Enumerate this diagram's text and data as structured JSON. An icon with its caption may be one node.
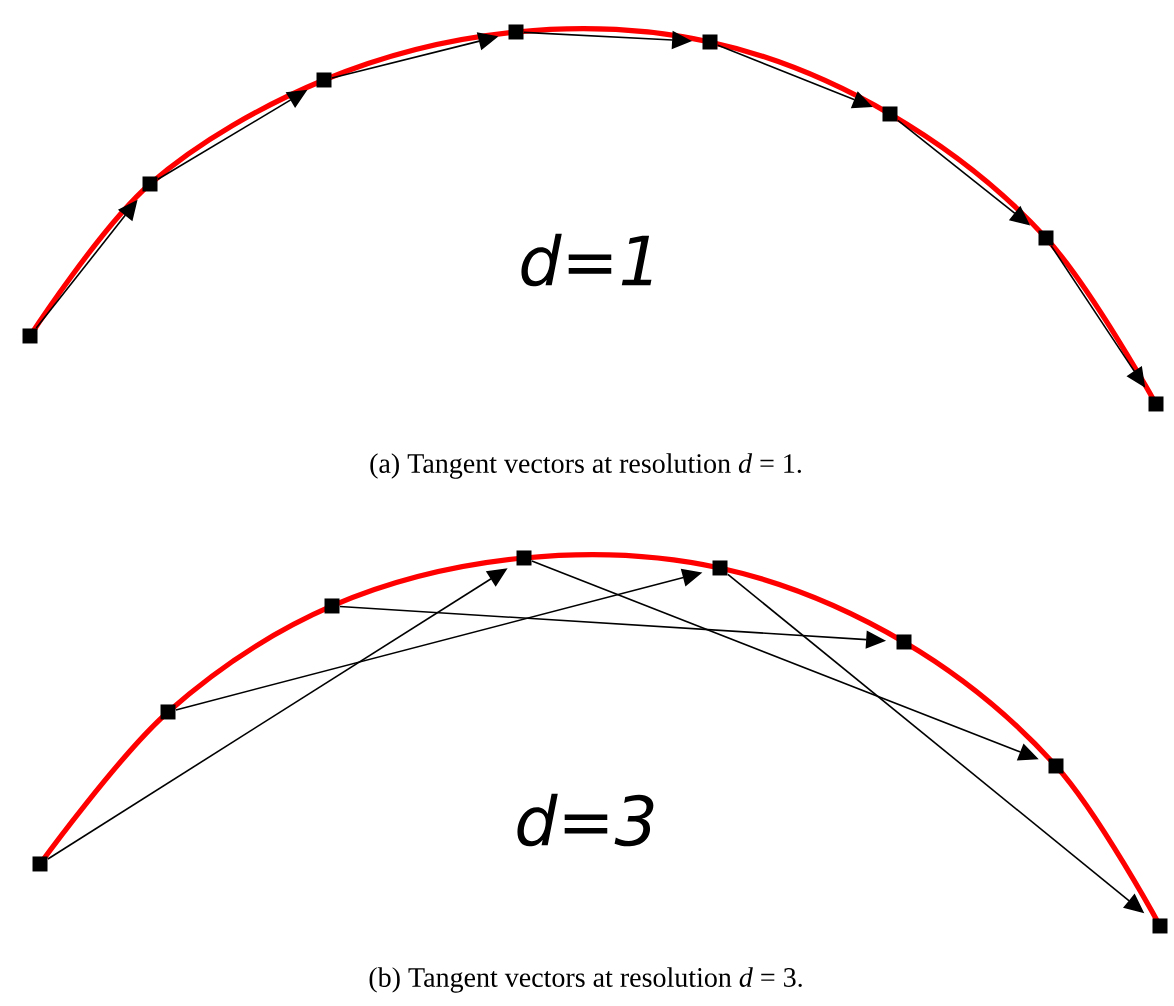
{
  "diagram": {
    "nodes": [
      {
        "text": [],
        "shape": "box"
      },
      {
        "text": [],
        "shape": "box"
      },
      {
        "text": [],
        "shape": "box"
      },
      {
        "text": [],
        "shape": "box"
      },
      {
        "text": [],
        "shape": "box"
      },
      {
        "text": [],
        "shape": "box"
      },
      {
        "text": [],
        "shape": "box"
      },
      {
        "text": [],
        "shape": "box"
      },
      {
        "text": [],
        "shape": "box"
      },
      {
        "text": [],
        "shape": "box"
      },
      {
        "text": [],
        "shape": "box"
      },
      {
        "text": [],
        "shape": "box"
      },
      {
        "text": [],
        "shape": "box"
      },
      {
        "text": [],
        "shape": "box"
      },
      {
        "text": [],
        "shape": "box"
      },
      {
        "text": [],
        "shape": "box"
      }
    ],
    "edges": [
      {
        "from": 0,
        "to": 1,
        "arrow": "to"
      },
      {
        "from": 1,
        "to": 2,
        "arrow": "to"
      },
      {
        "from": 2,
        "to": 3,
        "arrow": "to"
      },
      {
        "from": 3,
        "to": 4,
        "arrow": "to"
      },
      {
        "from": 4,
        "to": 5,
        "arrow": "to"
      },
      {
        "from": 5,
        "to": 6,
        "arrow": "to"
      },
      {
        "from": 6,
        "to": 7,
        "arrow": "to"
      },
      {
        "from": 8,
        "to": 11,
        "arrow": "to"
      },
      {
        "from": 9,
        "to": 12,
        "arrow": "to"
      },
      {
        "from": 10,
        "to": 13,
        "arrow": "to"
      },
      {
        "from": 11,
        "to": 14,
        "arrow": "to"
      },
      {
        "from": 12,
        "to": 15,
        "arrow": "to"
      }
    ],
    "labels": [
      "d=1",
      "(a) Tangent vectors at resolution *d* = 1.",
      "d=3",
      "(b) Tangent vectors at resolution *d* = 3."
    ]
  }
}
